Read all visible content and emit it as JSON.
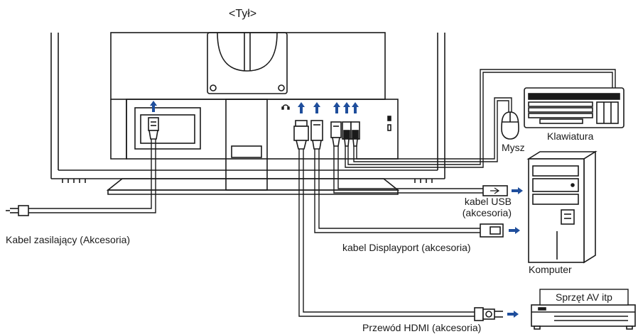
{
  "title": "<Tył>",
  "labels": {
    "power_cable": "Kabel zasilający (Akcesoria)",
    "usb_cable_line1": "kabel USB",
    "usb_cable_line2": "(akcesoria)",
    "displayport_cable": "kabel Displayport (akcesoria)",
    "hdmi_cable": "Przewód HDMI (akcesoria)",
    "keyboard": "Klawiatura",
    "mouse": "Mysz",
    "computer": "Komputer",
    "av_equipment": "Sprzęt AV itp"
  },
  "colors": {
    "arrow": "#1f4e9c",
    "line": "#1a1a1a",
    "cable_fill": "#ffffff"
  }
}
